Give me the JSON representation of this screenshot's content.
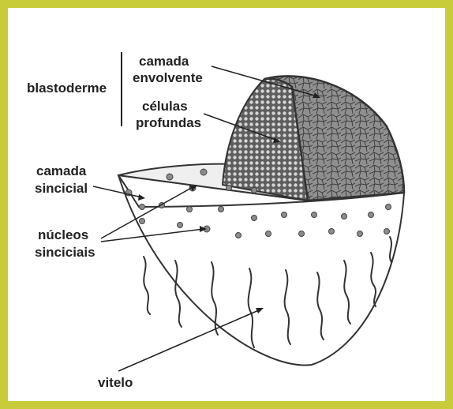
{
  "labels": {
    "blastoderme": "blastoderme",
    "camada_envolvente": [
      "camada",
      "envolvente"
    ],
    "celulas_profundas": [
      "células",
      "profundas"
    ],
    "camada_sincicial": [
      "camada",
      "sincicial"
    ],
    "nucleos_sinciciais": [
      "núcleos",
      "sinciciais"
    ],
    "vitelo": "vitelo"
  },
  "colors": {
    "frame": "#c8cc3a",
    "ink": "#333333",
    "nucleus": "#8a8a8a",
    "deep_cells": "#6f6f6f",
    "envelope_layer": "#8c8c8c",
    "cut_surface": "#f0f0f0"
  }
}
